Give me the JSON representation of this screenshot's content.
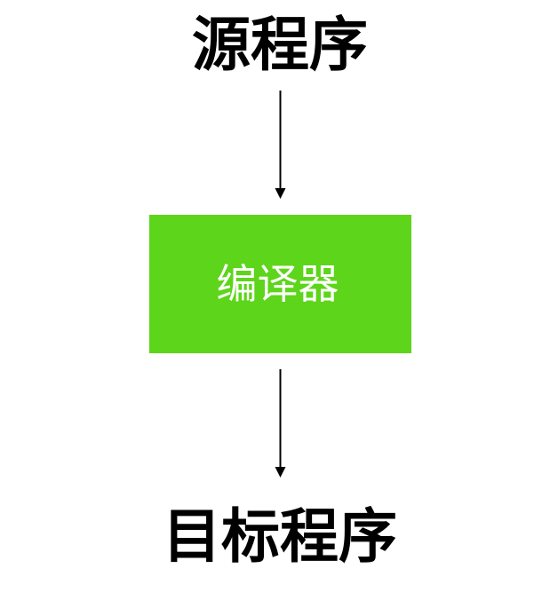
{
  "diagram": {
    "source": "源程序",
    "compiler": "编译器",
    "target": "目标程序"
  },
  "colors": {
    "compiler_fill": "#5dd51a",
    "compiler_text": "#ffffff",
    "node_text": "#000000",
    "arrow": "#000000"
  }
}
